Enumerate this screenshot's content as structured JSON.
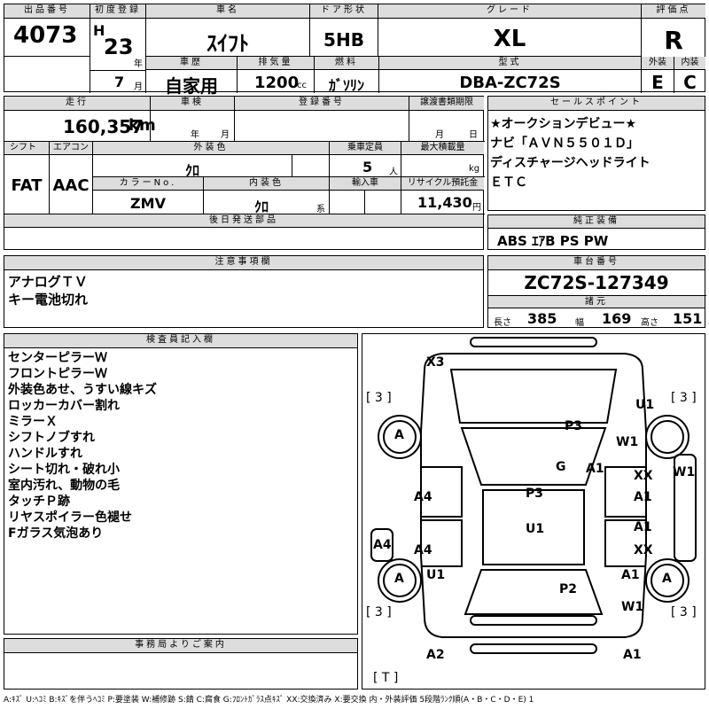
{
  "header": {
    "lot_label": "出品番号",
    "lot": "4073",
    "first_reg_label": "初度登録",
    "era": "H",
    "year": "23",
    "year_unit": "年",
    "month": "7",
    "month_unit": "月",
    "name_label": "車名",
    "name": "ｽｲﾌﾄ",
    "door_label": "ドア形状",
    "door": "5HB",
    "grade_label": "グレード",
    "grade": "XL",
    "score_label": "評価点",
    "score": "R",
    "history_label": "車歴",
    "history": "自家用",
    "disp_label": "排気量",
    "disp": "1200",
    "disp_unit": "cc",
    "fuel_label": "燃料",
    "fuel": "ｶﾞｿﾘﾝ",
    "model_label": "型式",
    "model": "DBA-ZC72S",
    "ext_label": "外装",
    "ext": "E",
    "int_label": "内装",
    "int": "C"
  },
  "row2": {
    "mileage_label": "走行",
    "mileage": "160,357",
    "mileage_unit": "km",
    "inspect_label": "車検",
    "inspect_year": "年",
    "inspect_month": "月",
    "plate_label": "登録番号",
    "transfer_label": "譲渡書類期限",
    "transfer_month": "月",
    "transfer_day": "日",
    "shift_label": "シフト",
    "shift": "FAT",
    "ac_label": "エアコン",
    "ac": "AAC",
    "color_label": "外装色",
    "color": "ｸﾛ",
    "capacity_label": "乗車定員",
    "capacity": "5",
    "capacity_unit": "人",
    "load_label": "最大積載量",
    "load_unit": "kg",
    "colorno_label": "カラーNo.",
    "colorno": "ZMV",
    "intcolor_label": "内装色",
    "intcolor": "ｸﾛ",
    "intcolor_unit": "系",
    "import_label": "輸入車",
    "recycle_label": "リサイクル預託金",
    "recycle": "11,430",
    "recycle_unit": "円",
    "later_label": "後日発送部品"
  },
  "selling": {
    "label": "セールスポイント",
    "lines": [
      "★オークションデビュー★",
      "ナビ「ＡＶＮ５５０１Ｄ」",
      "ディスチャージヘッドライト",
      "ＥＴＣ"
    ]
  },
  "equipment": {
    "label": "純正装備",
    "value": "ABS ｴｱB PS PW"
  },
  "notes": {
    "label": "注意事項欄",
    "lines": [
      "アナログＴＶ",
      "キー電池切れ"
    ]
  },
  "chassis": {
    "label": "車台番号",
    "value": "ZC72S-127349",
    "dims_label": "諸元",
    "length_label": "長さ",
    "length": "385",
    "width_label": "幅",
    "width": "169",
    "height_label": "高さ",
    "height": "151"
  },
  "inspector": {
    "label": "検査員記入欄",
    "lines": [
      "センターピラーＷ",
      "フロントピラーＷ",
      "外装色あせ、うすい線キズ",
      "ロッカーカバー割れ",
      "ミラーＸ",
      "シフトノブすれ",
      "ハンドルすれ",
      "シート切れ・破れ小",
      "室内汚れ、動物の毛",
      "タッチＰ跡",
      "リヤスポイラー色褪せ",
      "Fガラス気泡あり"
    ]
  },
  "office": {
    "label": "事務局よりご案内"
  },
  "diagram": {
    "X3": "X3",
    "br3": "[ 3 ]",
    "bT": "[ T ]",
    "U1": "U1",
    "A": "A",
    "P3": "P3",
    "W1": "W1",
    "G": "G",
    "A1": "A1",
    "XX": "XX",
    "A4": "A4",
    "P2": "P2",
    "A2": "A2"
  },
  "legend": "A:ｷｽﾞ U:ﾍｺﾐ B:ｷｽﾞを伴うﾍｺﾐ P:要塗装 W:補修跡 S:錆 C:腐食 G:ﾌﾛﾝﾄｶﾞﾗｽ点ｷｽﾞ XX:交換済み X:要交換 内・外装評価 5段階ﾗﾝｸ順(A・B・C・D・E) 1"
}
